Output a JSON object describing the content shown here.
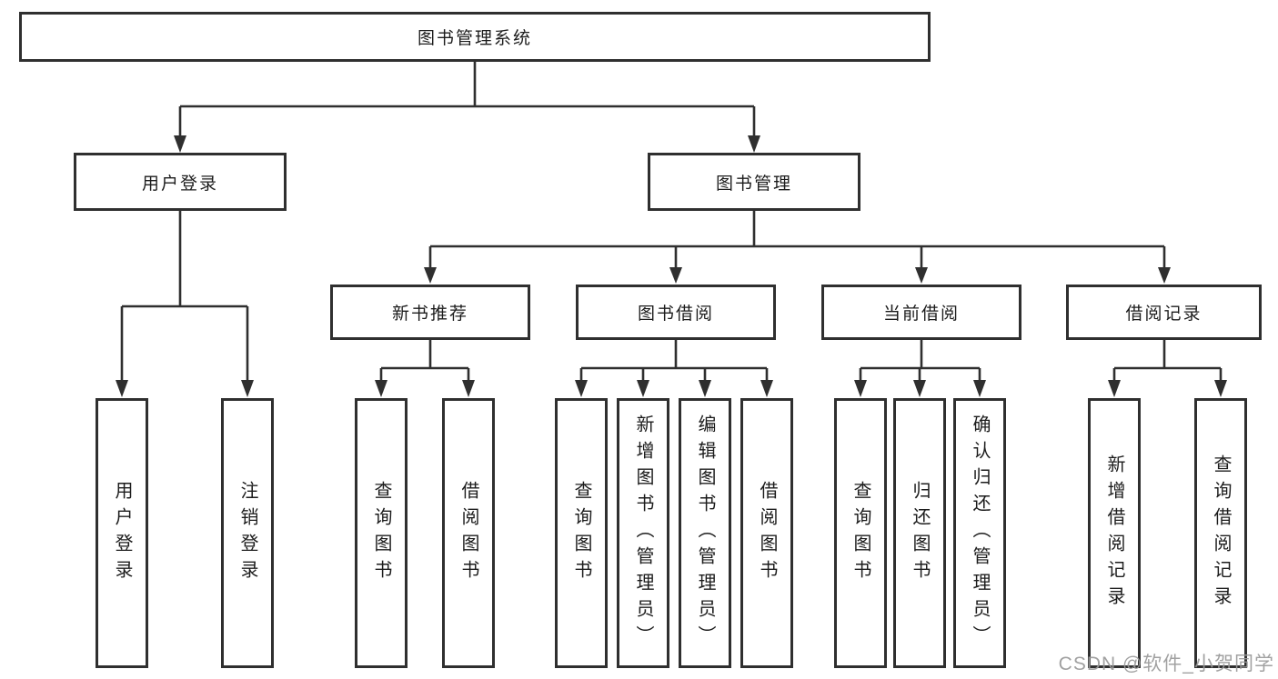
{
  "colors": {
    "background": "#ffffff",
    "box_border": "#2f2f2f",
    "box_fill": "#ffffff",
    "line": "#2f2f2f",
    "text": "#1c1c1c",
    "watermark": "#999999"
  },
  "tree": {
    "root": {
      "label": "图书管理系统",
      "children": [
        {
          "label": "用户登录",
          "children": [
            {
              "label": "用户登录"
            },
            {
              "label": "注销登录"
            }
          ]
        },
        {
          "label": "图书管理",
          "children": [
            {
              "label": "新书推荐",
              "children": [
                {
                  "label": "查询图书"
                },
                {
                  "label": "借阅图书"
                }
              ]
            },
            {
              "label": "图书借阅",
              "children": [
                {
                  "label": "查询图书"
                },
                {
                  "label": "新增图书（管理员）"
                },
                {
                  "label": "编辑图书（管理员）"
                },
                {
                  "label": "借阅图书"
                }
              ]
            },
            {
              "label": "当前借阅",
              "children": [
                {
                  "label": "查询图书"
                },
                {
                  "label": "归还图书"
                },
                {
                  "label": "确认归还（管理员）"
                }
              ]
            },
            {
              "label": "借阅记录",
              "children": [
                {
                  "label": "新增借阅记录"
                },
                {
                  "label": "查询借阅记录"
                }
              ]
            }
          ]
        }
      ]
    }
  },
  "watermark": {
    "text": "CSDN @软件_小贺同学"
  }
}
